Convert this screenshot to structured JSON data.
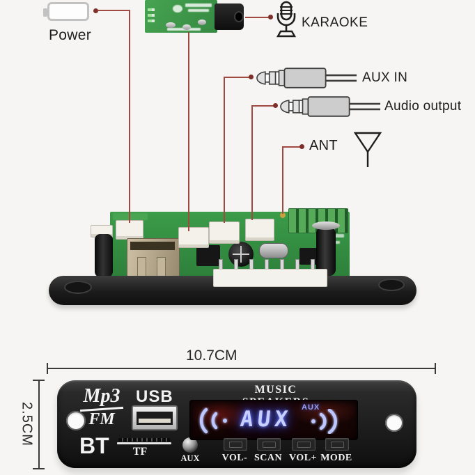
{
  "colors": {
    "annotation_red": "#a04a42",
    "pcb_green": "#3b9c49",
    "led_blue": "#c6cfff",
    "panel_black": "#1d1d1d",
    "background": "#f6f5f3"
  },
  "callouts": {
    "power": {
      "label": "Power",
      "icon": "battery-icon"
    },
    "karaoke": {
      "label": "KARAOKE",
      "icon": "microphone-icon"
    },
    "aux_in": {
      "label": "AUX IN",
      "icon": "audio-jack-plug-icon"
    },
    "audio_output": {
      "label": "Audio output",
      "icon": "audio-jack-plug-icon"
    },
    "ant": {
      "label": "ANT",
      "icon": "antenna-icon"
    }
  },
  "dimensions": {
    "width_label": "10.7CM",
    "height_label": "2.5CM"
  },
  "panel": {
    "brand_top": "Mp3",
    "brand_bottom": "FM",
    "usb_label": "USB",
    "bt_label": "BT",
    "tf_label": "TF",
    "aux_jack_label": "AUX",
    "title": "MUSIC SPEAKERS",
    "display": {
      "value": "AUX",
      "tag": "AUX",
      "left_icon": "sound-waves-left-icon",
      "right_icon": "sound-waves-right-icon"
    },
    "buttons": [
      {
        "label": "VOL-"
      },
      {
        "label": "SCAN"
      },
      {
        "label": "VOL+"
      },
      {
        "label": "MODE"
      }
    ]
  }
}
